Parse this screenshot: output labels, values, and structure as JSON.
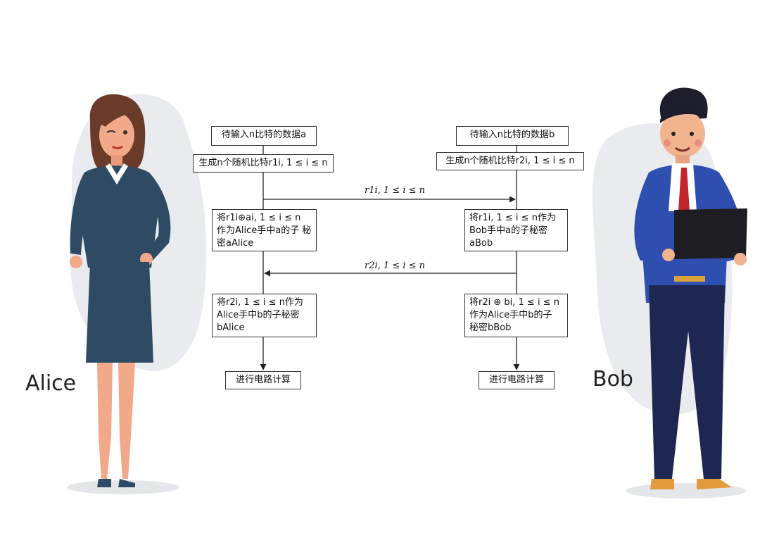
{
  "people": {
    "left_name": "Alice",
    "right_name": "Bob"
  },
  "alice": {
    "box_input": "待输入n比特的数据a",
    "box_random": "生成n个随机比特r1i, 1 ≤ i ≤ n",
    "box_share_a": "将r1i⊕ai, 1 ≤ i ≤ n 作为Alice手中a的子 秘密aAlice",
    "box_share_b": "将r2i, 1 ≤ i ≤ n作为 Alice手中b的子秘密 bAlice",
    "box_compute": "进行电路计算"
  },
  "bob": {
    "box_input": "待输入n比特的数据b",
    "box_random": "生成n个随机比特r2i, 1 ≤ i ≤ n",
    "box_share_a": "将r1i, 1 ≤ i ≤ n作为 Bob手中a的子秘密 aBob",
    "box_share_b": "将r2i ⊕ bi, 1 ≤ i ≤ n 作为Alice手中b的子 秘密bBob",
    "box_compute": "进行电路计算"
  },
  "arrows": {
    "to_bob": "r1i, 1 ≤ i ≤ n",
    "to_alice": "r2i, 1 ≤ i ≤ n"
  }
}
